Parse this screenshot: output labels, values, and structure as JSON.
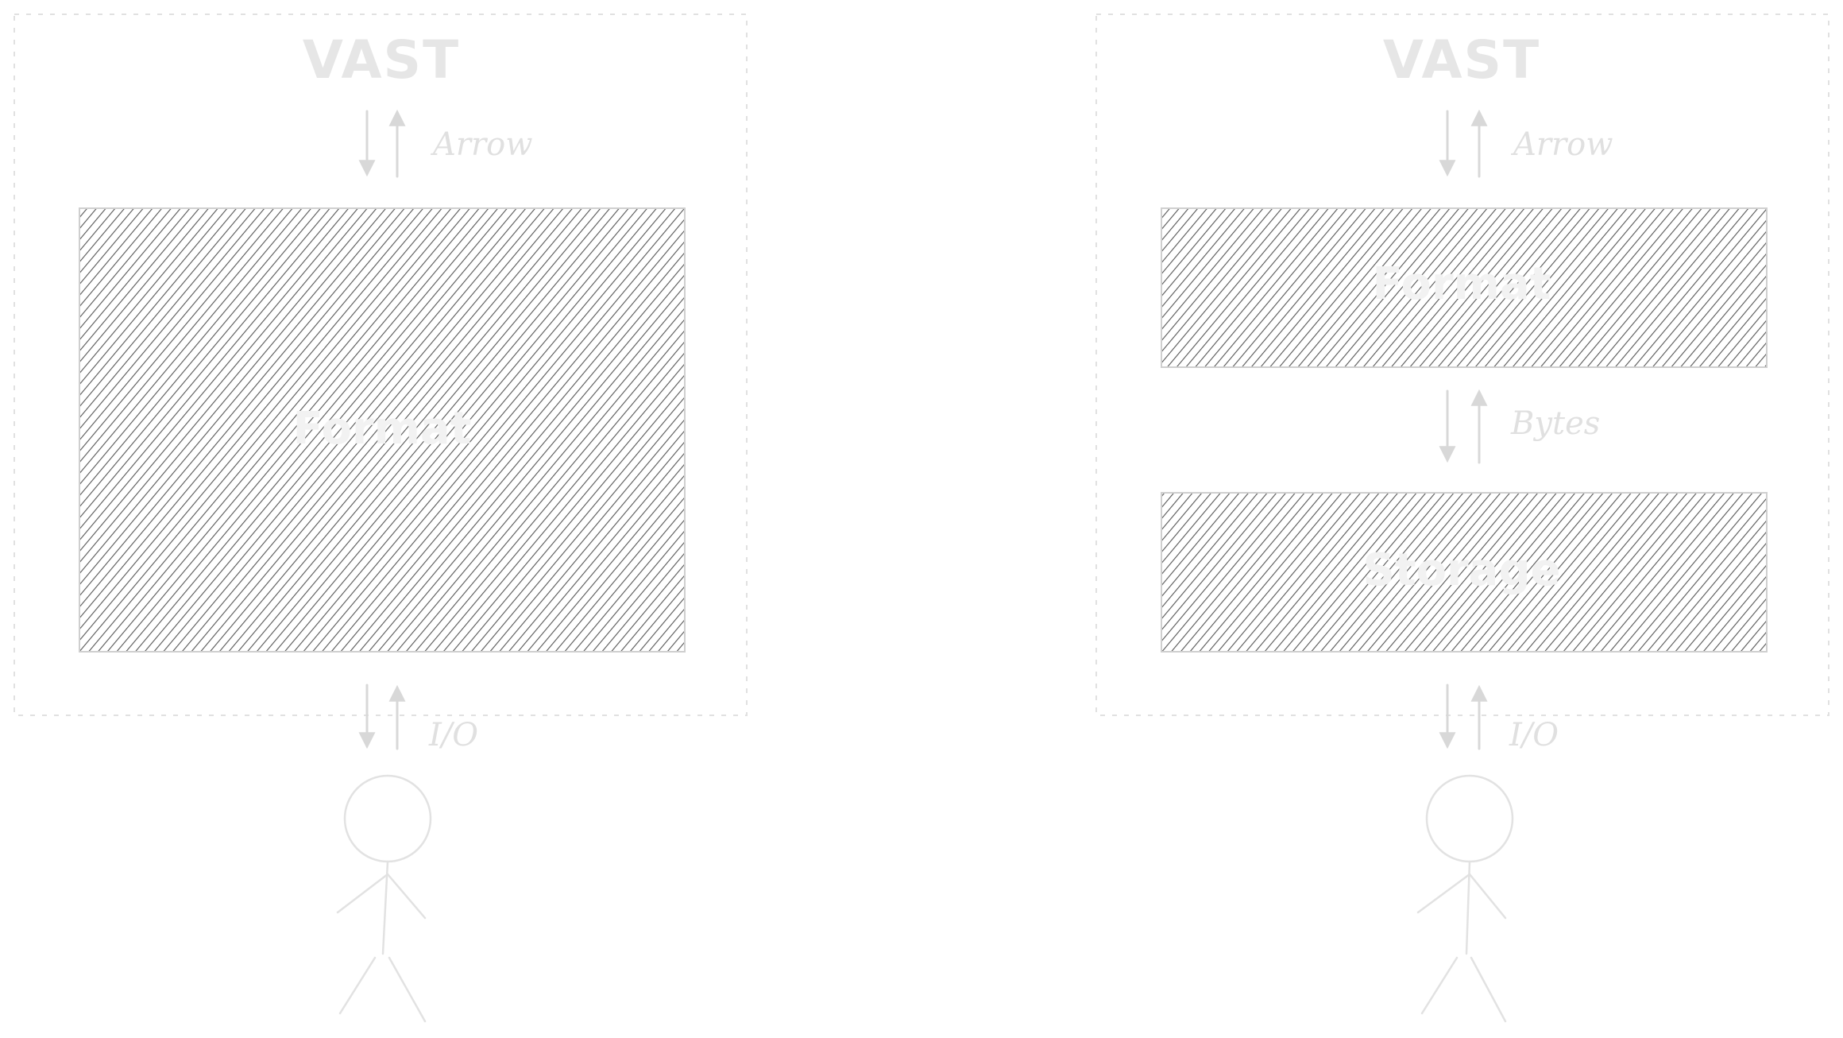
{
  "diagrams": [
    {
      "title": "VAST",
      "top_edge_label": "Arrow",
      "bottom_edge_label": "I/O",
      "boxes": [
        "Format"
      ],
      "between_labels": []
    },
    {
      "title": "VAST",
      "top_edge_label": "Arrow",
      "bottom_edge_label": "I/O",
      "boxes": [
        "Format",
        "Storage"
      ],
      "between_labels": [
        "Bytes"
      ]
    }
  ],
  "colors": {
    "hatch": "#555555",
    "box_text": "#f2f2f2",
    "frame": "#e1e1e1",
    "faint_text": "#e0e0e0"
  },
  "icons": [
    "user-stick-figure-icon",
    "bidirectional-arrow-icon"
  ]
}
